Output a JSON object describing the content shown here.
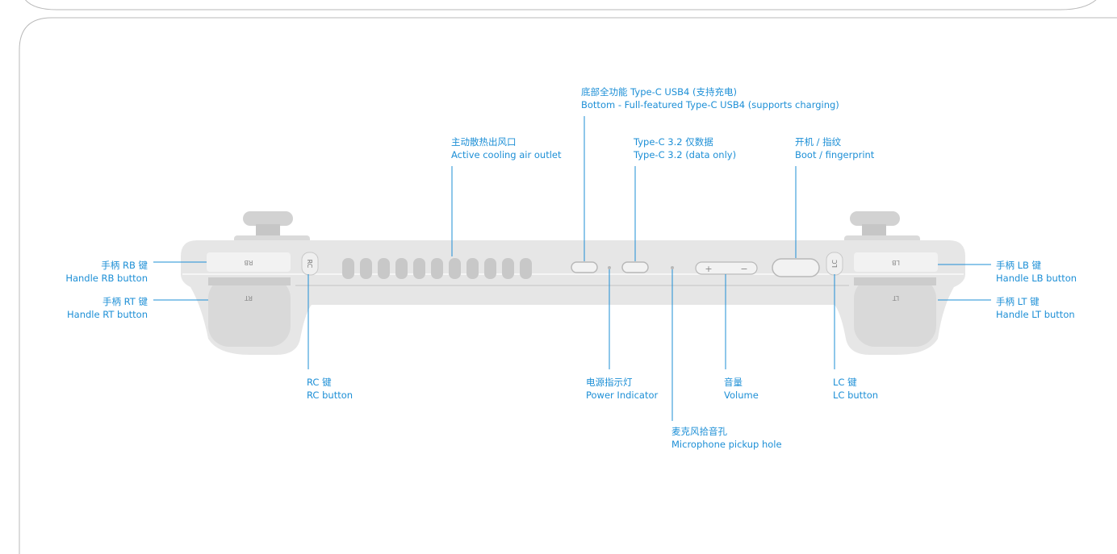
{
  "colors": {
    "accent": "#1d8fd6",
    "device_body": "#e6e6e6",
    "device_dark": "#d2d2d2",
    "device_mid": "#c8c8c8",
    "frame": "#b9b9b9"
  },
  "labels": {
    "usb4": {
      "zh": "底部全功能 Type-C USB4 (支持充电)",
      "en": "Bottom - Full-featured Type-C USB4 (supports charging)"
    },
    "cooling": {
      "zh": "主动散热出风口",
      "en": "Active cooling air outlet"
    },
    "typec32": {
      "zh": "Type-C 3.2 仅数据",
      "en": "Type-C 3.2 (data only)"
    },
    "boot": {
      "zh": "开机 / 指纹",
      "en": "Boot / fingerprint"
    },
    "rb": {
      "zh": "手柄 RB 键",
      "en": "Handle RB button"
    },
    "rt": {
      "zh": "手柄 RT 键",
      "en": "Handle RT button"
    },
    "lb": {
      "zh": "手柄 LB 键",
      "en": "Handle LB button"
    },
    "lt": {
      "zh": "手柄 LT 键",
      "en": "Handle LT button"
    },
    "rc": {
      "zh": "RC 键",
      "en": "RC button"
    },
    "power": {
      "zh": "电源指示灯",
      "en": "Power Indicator"
    },
    "volume": {
      "zh": "音量",
      "en": "Volume"
    },
    "lc": {
      "zh": "LC 键",
      "en": "LC button"
    },
    "mic": {
      "zh": "麦克风拾音孔",
      "en": "Microphone pickup hole"
    }
  },
  "device": {
    "rb_text": "RB",
    "rt_text": "RT",
    "lb_text": "LB",
    "lt_text": "LT",
    "rc_text": "RC",
    "lc_text": "LC",
    "volume_plus": "+",
    "volume_minus": "−"
  }
}
